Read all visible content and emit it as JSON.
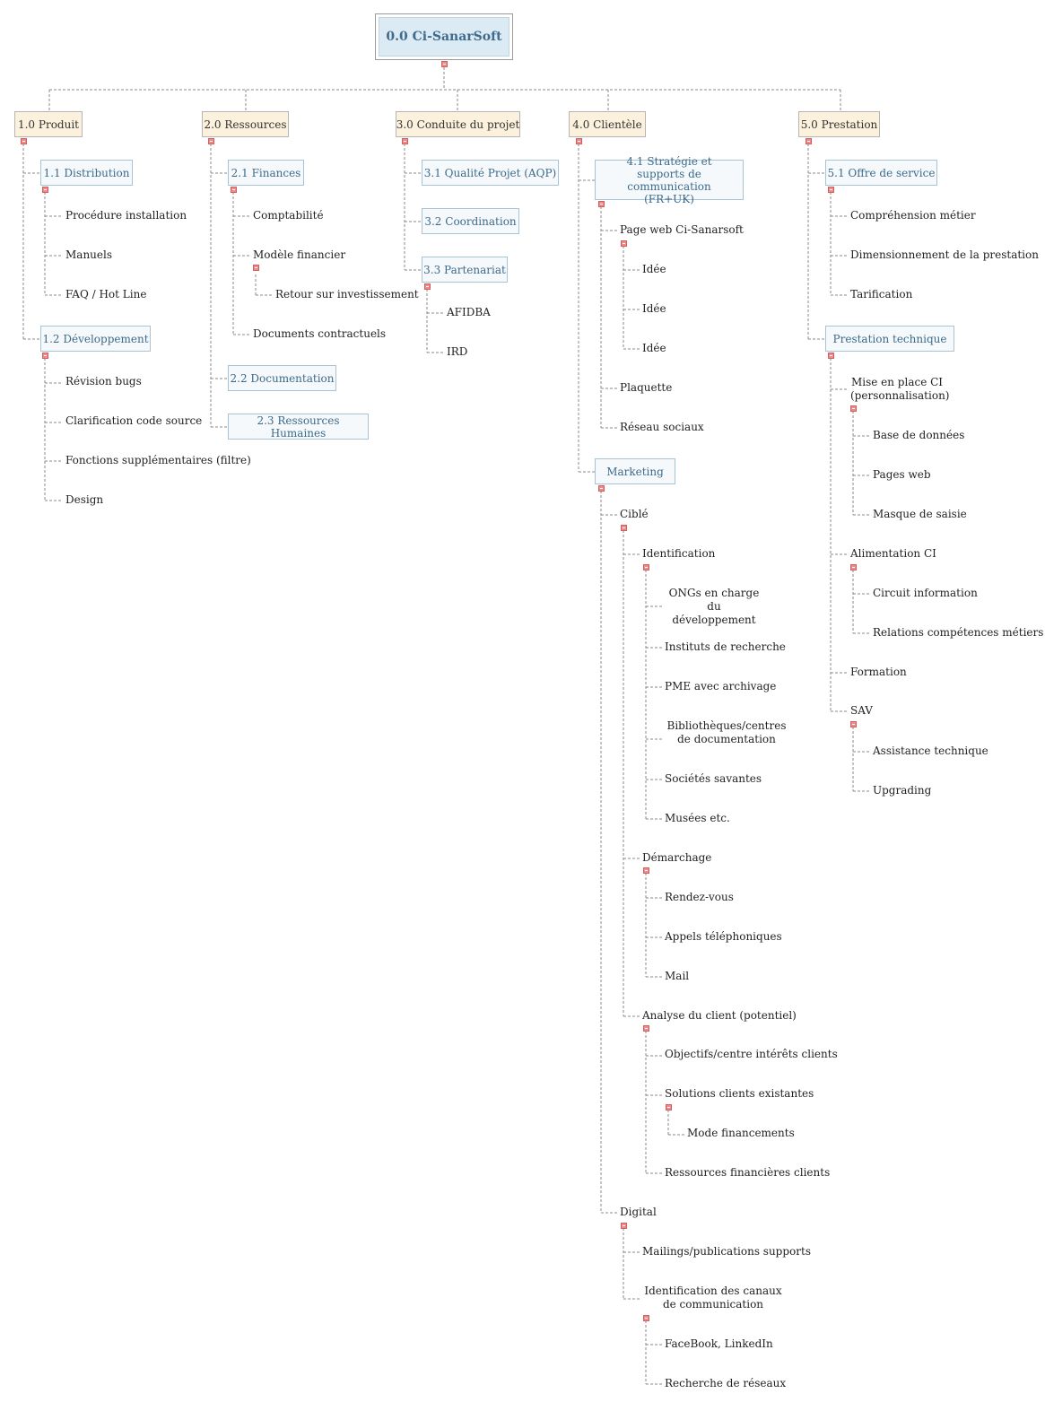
{
  "diagram": {
    "root": "0.0 Ci-SanarSoft",
    "branches": [
      {
        "id": "produit",
        "label": "1.0 Produit"
      },
      {
        "id": "ressources",
        "label": "2.0 Ressources"
      },
      {
        "id": "conduite",
        "label": "3.0 Conduite du projet"
      },
      {
        "id": "clientele",
        "label": "4.0 Clientèle"
      },
      {
        "id": "prestation",
        "label": "5.0 Prestation"
      }
    ],
    "produit": {
      "distribution": "1.1 Distribution",
      "distribution_items": [
        "Procédure installation",
        "Manuels",
        "FAQ / Hot Line"
      ],
      "developpement": "1.2 Développement",
      "developpement_items": [
        "Révision bugs",
        "Clarification code source",
        "Fonctions supplémentaires (filtre)",
        "Design"
      ]
    },
    "ressources": {
      "finances": "2.1 Finances",
      "finances_items": [
        "Comptabilité",
        "Modèle financier",
        "Retour sur investissement",
        "Documents contractuels"
      ],
      "documentation": "2.2 Documentation",
      "rh": "2.3 Ressources Humaines"
    },
    "conduite": {
      "qualite": "3.1 Qualité Projet (AQP)",
      "coordination": "3.2 Coordination",
      "partenariat": "3.3 Partenariat",
      "partenariat_items": [
        "AFIDBA",
        "IRD"
      ]
    },
    "clientele": {
      "strategie": "4.1 Stratégie et supports de communication (FR+UK)",
      "page_web": "Page web Ci-Sanarsoft",
      "idees": [
        "Idée",
        "Idée",
        "Idée"
      ],
      "plaquette": "Plaquette",
      "reseau": "Réseau sociaux",
      "marketing": "Marketing",
      "cible": "Ciblé",
      "identification": "Identification",
      "identification_items": [
        "ONGs en charge du développement",
        "Instituts de recherche",
        "PME avec archivage",
        "Bibliothèques/centres de documentation",
        "Sociétés savantes",
        "Musées etc."
      ],
      "demarchage": "Démarchage",
      "demarchage_items": [
        "Rendez-vous",
        "Appels téléphoniques",
        "Mail"
      ],
      "analyse": "Analyse du client (potentiel)",
      "analyse_items": [
        "Objectifs/centre intérêts clients",
        "Solutions clients existantes",
        "Mode financements",
        "Ressources financières clients"
      ],
      "digital": "Digital",
      "mailings": "Mailings/publications supports",
      "canaux": "Identification des canaux de communication",
      "canaux_items": [
        "FaceBook, LinkedIn",
        "Recherche de réseaux"
      ]
    },
    "prestation": {
      "offre": "5.1 Offre de service",
      "offre_items": [
        "Compréhension métier",
        "Dimensionnement de la prestation",
        "Tarification"
      ],
      "technique": "Prestation technique",
      "mise_en_place": "Mise en place CI (personnalisation)",
      "mise_items": [
        "Base de données",
        "Pages web",
        "Masque de saisie"
      ],
      "alimentation": "Alimentation CI",
      "alimentation_items": [
        "Circuit information",
        "Relations compétences métiers"
      ],
      "formation": "Formation",
      "sav": "SAV",
      "sav_items": [
        "Assistance technique",
        "Upgrading"
      ]
    }
  },
  "colors": {
    "connector": "#8a8a8a",
    "toggle": "#ee8a8a",
    "branch_fill": "#fbf1dc",
    "sub_fill": "#f5f9fc",
    "root_fill": "#dcebf3"
  }
}
